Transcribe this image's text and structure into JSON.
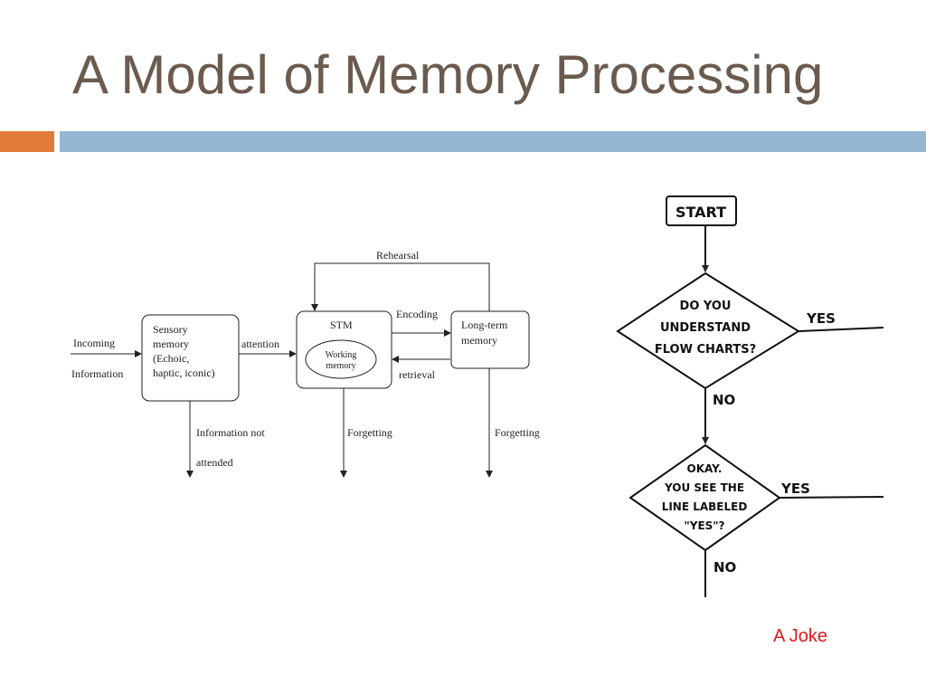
{
  "slide": {
    "title": "A Model of Memory Processing",
    "caption": "A Joke",
    "colors": {
      "title": "#6b5a4e",
      "accent_orange": "#e07b39",
      "accent_blue": "#94b6d2",
      "caption": "#e01a1a"
    }
  },
  "memory_diagram": {
    "input": [
      "Incoming",
      "Information"
    ],
    "sensory": [
      "Sensory",
      "memory",
      "(Echoic,",
      "haptic, iconic)"
    ],
    "attention": "attention",
    "stm": "STM",
    "working": [
      "Working",
      "memory"
    ],
    "encoding": "Encoding",
    "retrieval": "retrieval",
    "ltm": [
      "Long-term",
      "memory"
    ],
    "rehearsal": "Rehearsal",
    "not_attended": [
      "Information not",
      "attended"
    ],
    "forgetting_stm": "Forgetting",
    "forgetting_ltm": "Forgetting"
  },
  "joke_flowchart": {
    "start": "START",
    "q1": [
      "DO YOU",
      "UNDERSTAND",
      "FLOW CHARTS?"
    ],
    "q1_yes": "YES",
    "q1_no": "NO",
    "q2": [
      "OKAY.",
      "YOU SEE THE",
      "LINE LABELED",
      "\"YES\"?"
    ],
    "q2_yes": "YES",
    "q2_no": "NO"
  }
}
